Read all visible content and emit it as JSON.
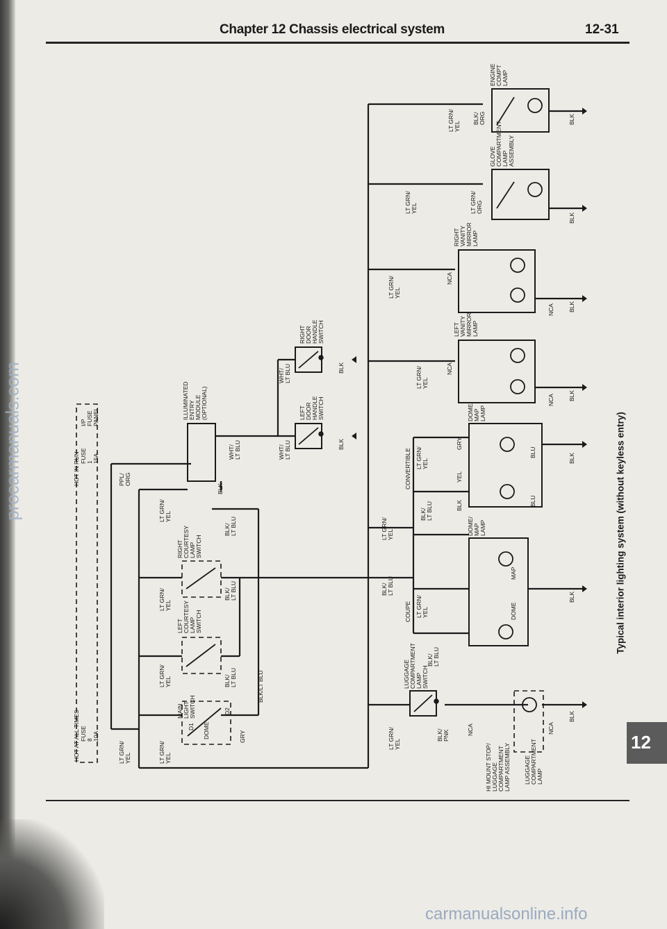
{
  "header": {
    "title": "Chapter 12 Chassis electrical system",
    "page": "12-31"
  },
  "side_tab": "12",
  "caption": "Typical interior lighting system (without keyless entry)",
  "watermarks": {
    "left": "procarmanuals.com",
    "bottom": "carmanualsonline.info"
  },
  "labels": {
    "hot_all_times": "HOT AT ALL TIMES",
    "hot_in_run": "HOT IN RUN",
    "fuse8": [
      "FUSE",
      "8",
      "10A"
    ],
    "fuse1": [
      "FUSE",
      "1",
      "15A"
    ],
    "ip_panel": [
      "I/P",
      "FUSE",
      "PANEL"
    ],
    "main_light_switch": [
      "MAIN",
      "LIGHT",
      "SWITCH"
    ],
    "dome": "DOME",
    "d1": "D1",
    "d2": "D2",
    "left_courtesy": [
      "LEFT",
      "COURTESY",
      "LAMP",
      "SWITCH"
    ],
    "right_courtesy": [
      "RIGHT",
      "COURTESY",
      "LAMP",
      "SWITCH"
    ],
    "ill_entry": [
      "ILLUMINATED",
      "ENTRY",
      "MODULE",
      "(OPTIONAL)"
    ],
    "left_door": [
      "LEFT",
      "DOOR",
      "HANDLE",
      "SWITCH"
    ],
    "right_door": [
      "RIGHT",
      "DOOR",
      "HANDLE",
      "SWITCH"
    ],
    "luggage_switch": [
      "LUGGAGE",
      "COMPARTMENT",
      "LAMP",
      "SWITCH"
    ],
    "hi_mount": [
      "HI MOUNT STOP/",
      "LUGGAGE",
      "COMPARTMENT",
      "LAMP ASSEMBLY"
    ],
    "luggage_lamp": [
      "LUGGAGE",
      "COMPARTMENT",
      "LAMP"
    ],
    "dome_map_lamp": [
      "DOME/",
      "MAP",
      "LAMP"
    ],
    "map": "MAP",
    "coupe": "COUPE",
    "convertible": "CONVERTIBLE",
    "left_vanity": [
      "LEFT",
      "VANITY",
      "MIRROR",
      "LAMP"
    ],
    "right_vanity": [
      "RIGHT",
      "VANITY",
      "MIRROR",
      "LAMP"
    ],
    "glove": [
      "GLOVE",
      "COMPARTMENT",
      "LAMP",
      "ASSEMBLY"
    ],
    "engine": [
      "ENGINE",
      "COMPT",
      "LAMP"
    ]
  },
  "wires": {
    "lt_grn_yel": [
      "LT GRN/",
      "YEL"
    ],
    "ppl_org": [
      "PPL/",
      "ORG"
    ],
    "blk_lt_blu": [
      "BLK/",
      "LT BLU"
    ],
    "wht_lt_blu": [
      "WHT/",
      "LT BLU"
    ],
    "blk_lt_blu_long": "BLK/LT BLU",
    "blk_pnk": [
      "BLK/",
      "PNK"
    ],
    "blk_org": [
      "BLK/",
      "ORG"
    ],
    "lt_grn_org": [
      "LT GRN/",
      "ORG"
    ],
    "blk": "BLK",
    "gry": "GRY",
    "yel": "YEL",
    "blu": "BLU",
    "nca": "NCA"
  }
}
